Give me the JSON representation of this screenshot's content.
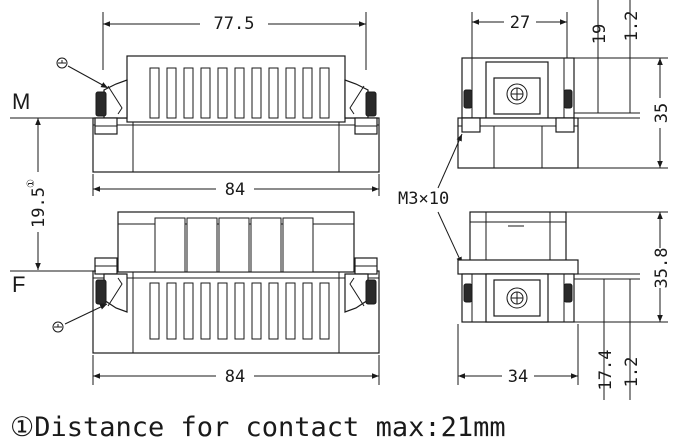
{
  "labels": {
    "male": "M",
    "female": "F",
    "screw": "M3×10"
  },
  "dimensions": {
    "top_width": "77.5",
    "top_depth": "27",
    "top_small": "19",
    "top_tiny": "1.2",
    "top_height": "35",
    "pitch": "19.5",
    "pitch_mark": "①",
    "top_base": "84",
    "bottom_base": "84",
    "bottom_height": "35.8",
    "bottom_depth": "34",
    "bottom_small": "17.4",
    "bottom_tiny": "1.2"
  },
  "footnote": "①Distance for contact max:21mm",
  "icons": {
    "ground_top": "ground-icon",
    "ground_bottom": "ground-icon"
  }
}
